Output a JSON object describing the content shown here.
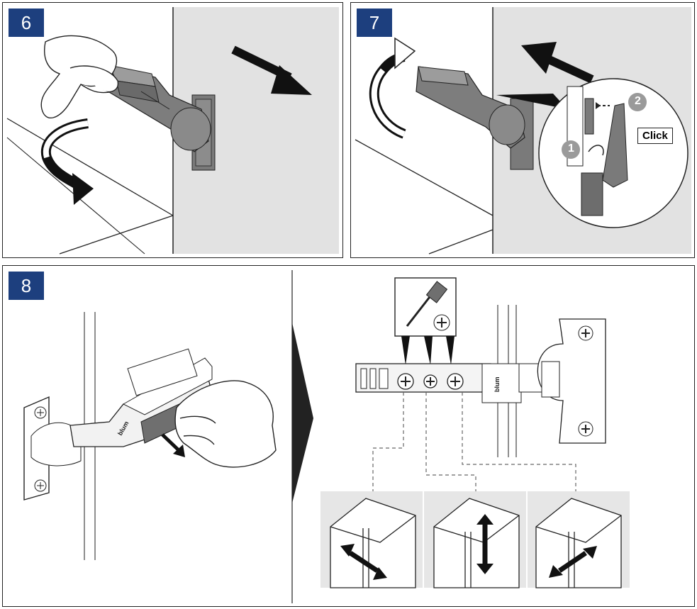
{
  "steps": {
    "step6": {
      "number": "6"
    },
    "step7": {
      "number": "7",
      "callout": {
        "marker1": "1",
        "marker2": "2",
        "click_label": "Click"
      }
    },
    "step8": {
      "number": "8"
    }
  },
  "hinge": {
    "brand_mark": "blum"
  },
  "icons": [
    "hand-icon",
    "rotate-arrow-icon",
    "direction-arrow-icon",
    "screwdriver-icon",
    "screw-icon",
    "cabinet-adjust-icon"
  ],
  "colors": {
    "badge": "#1d3f7e",
    "wall_gray": "#e2e2e2",
    "part_dark": "#6f6f6f",
    "part_mid": "#9a9a9a"
  }
}
